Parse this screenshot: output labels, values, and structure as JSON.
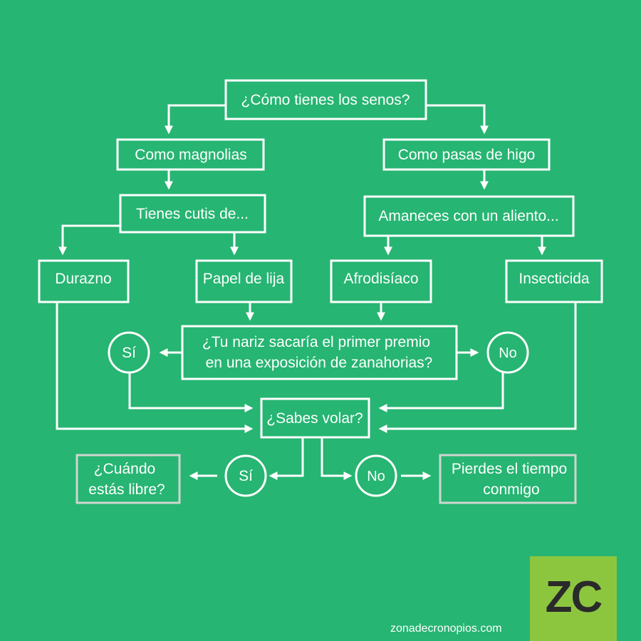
{
  "nodes": {
    "q_senos": "¿Cómo tienes los senos?",
    "magnolias": "Como magnolias",
    "pasas": "Como pasas de higo",
    "cutis": "Tienes cutis de...",
    "aliento": "Amaneces con un aliento...",
    "durazno": "Durazno",
    "lija": "Papel de lija",
    "afrodisiaco": "Afrodisíaco",
    "insecticida": "Insecticida",
    "nariz_line1": "¿Tu nariz sacaría el primer premio",
    "nariz_line2": "en una exposición de zanahorias?",
    "si_1": "Sí",
    "no_1": "No",
    "volar": "¿Sabes volar?",
    "si_2": "Sí",
    "no_2": "No",
    "cuando_line1": "¿Cuándo",
    "cuando_line2": "estás libre?",
    "pierdes_line1": "Pierdes el tiempo",
    "pierdes_line2": "conmigo"
  },
  "colors": {
    "background": "#26b572",
    "line": "#ffffff",
    "outcome_border": "#cfd6d0",
    "logo_bg": "#8cc63f",
    "logo_text": "#2a2a2a"
  },
  "logo": {
    "text": "ZC"
  },
  "site": "zonadecronopios.com"
}
